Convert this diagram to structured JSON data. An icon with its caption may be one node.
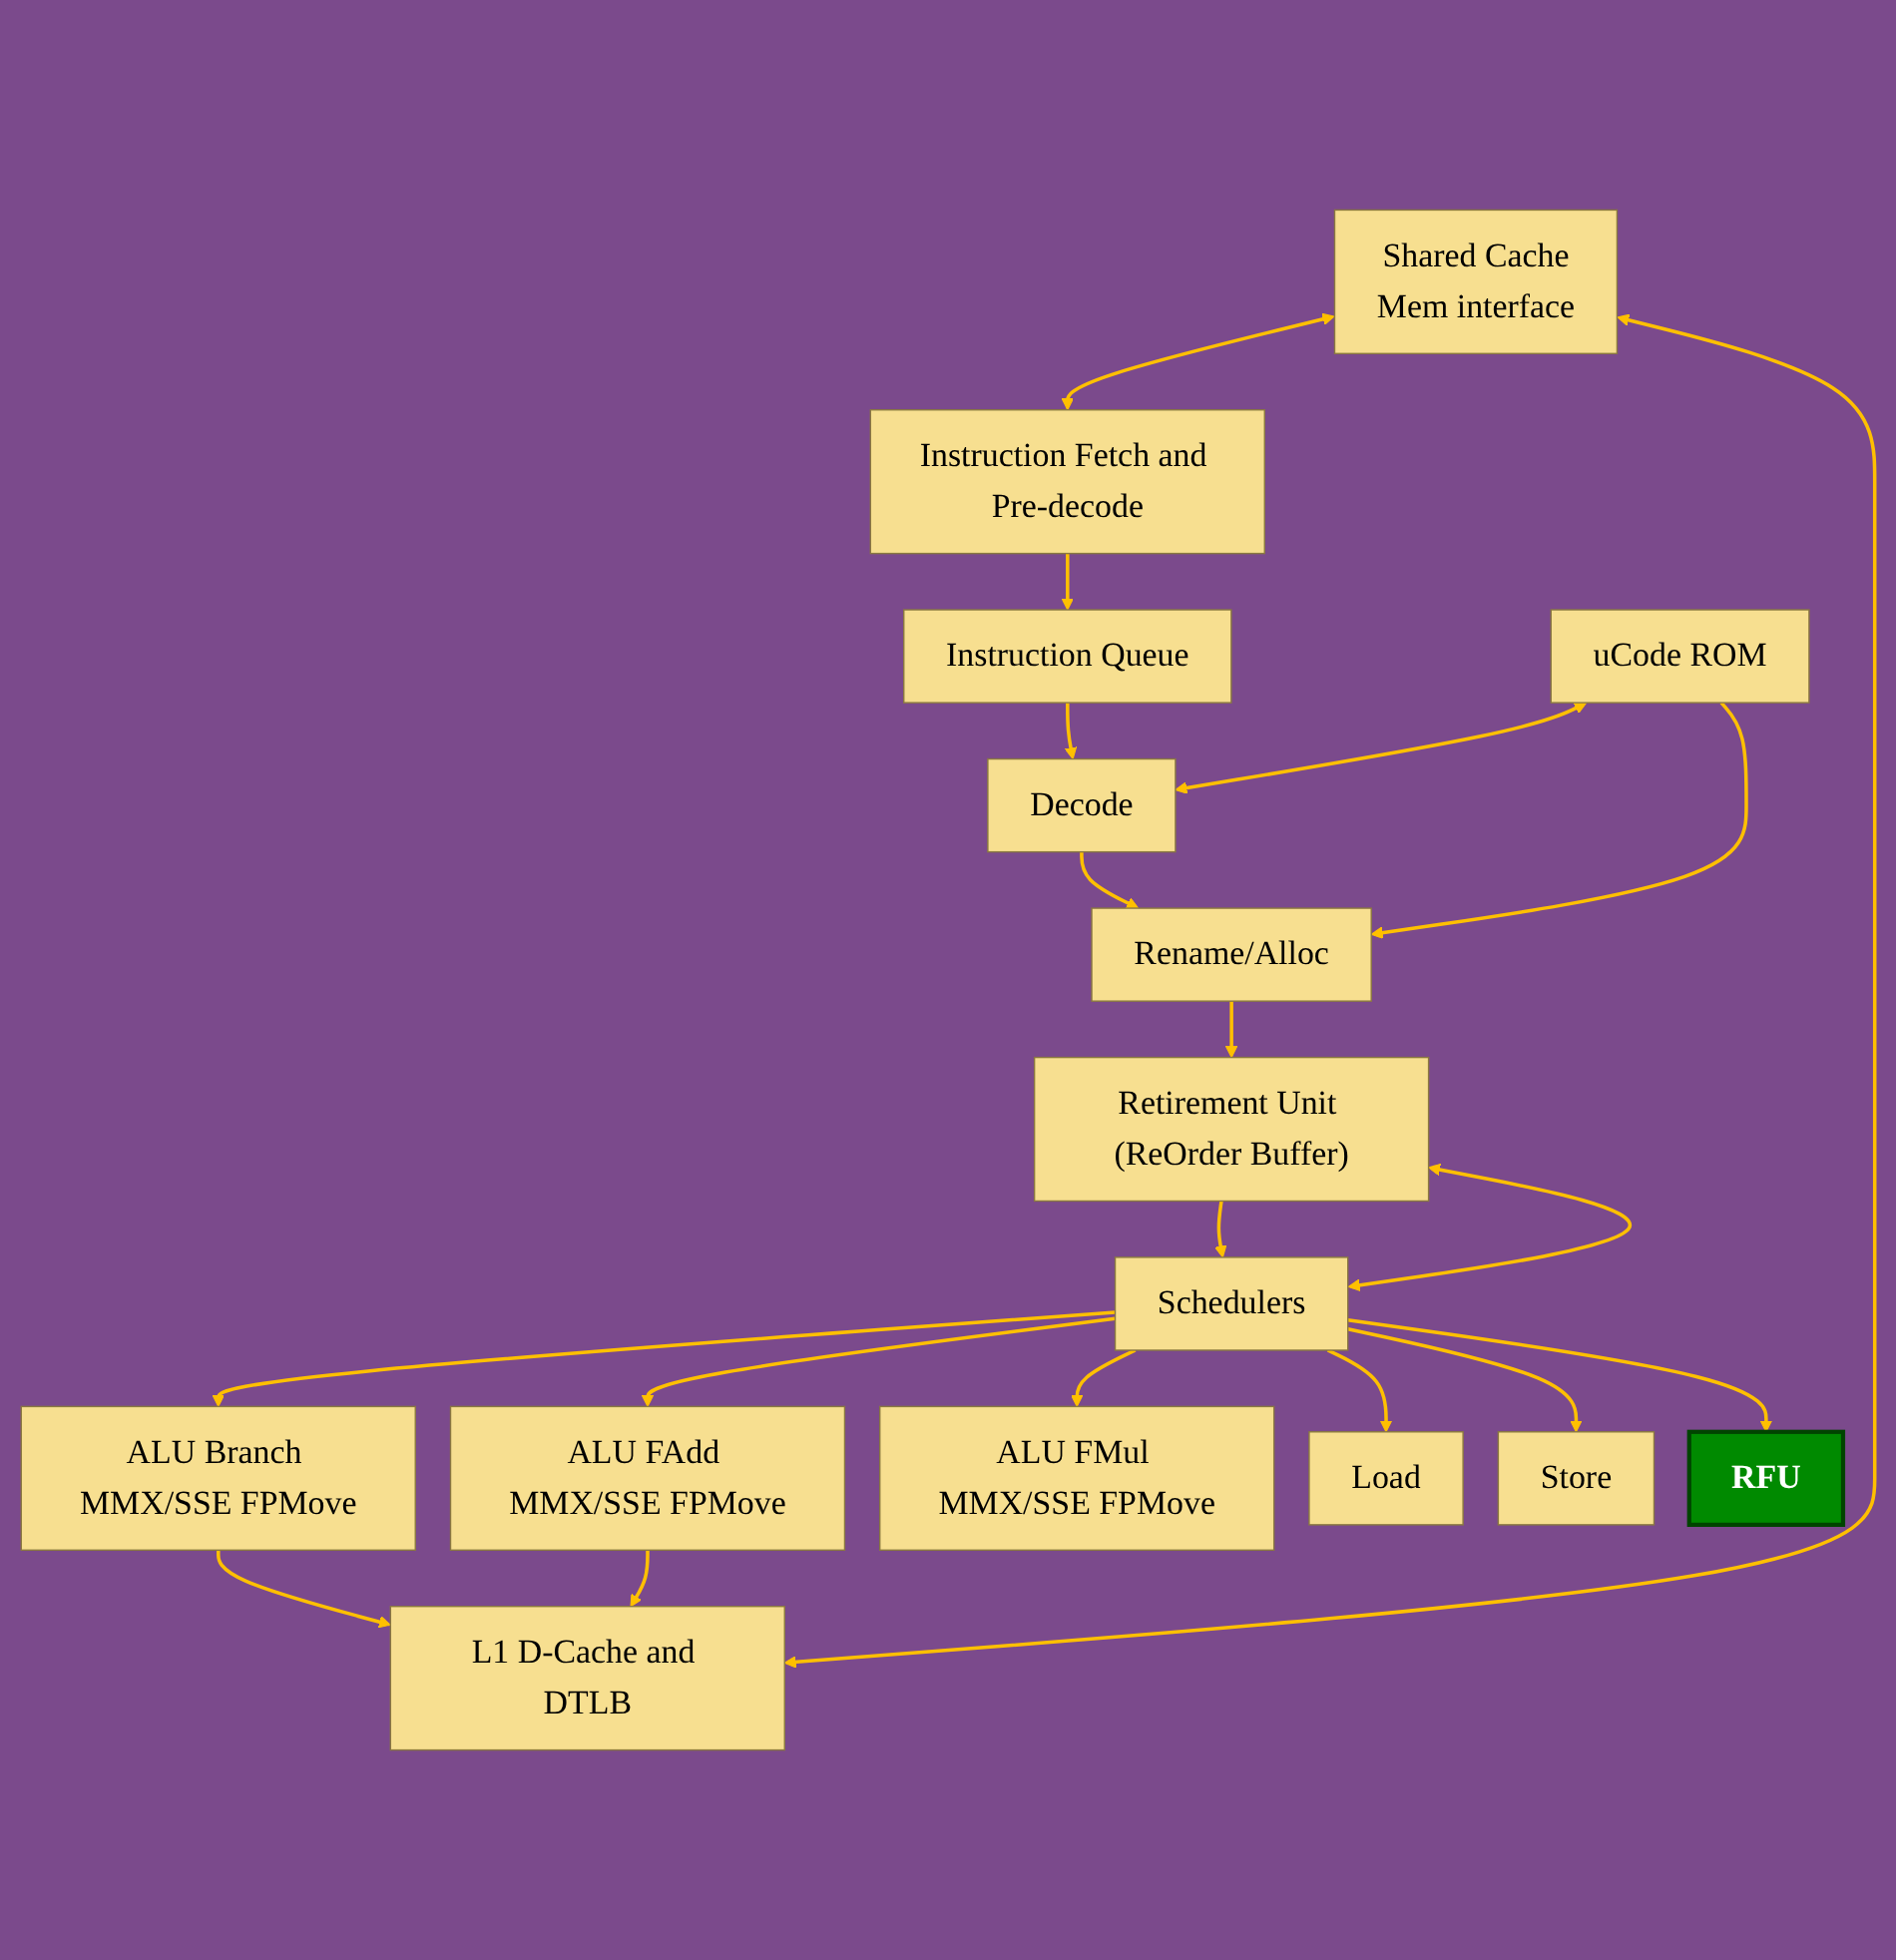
{
  "diagram": {
    "nodes": [
      {
        "text": [
          "Instruction Fetch and Pre-decode"
        ]
      },
      {
        "text": [
          "Instruction Queue"
        ]
      },
      {
        "text": [
          "Shared Cache",
          "Mem interface"
        ]
      },
      {
        "text": [
          "uCode ROM"
        ]
      },
      {
        "text": [
          "Decode"
        ]
      },
      {
        "text": [
          "Rename/Alloc"
        ]
      },
      {
        "text": [
          "Retirement Unit (ReOrder Buffer)"
        ]
      },
      {
        "text": [
          "Schedulers"
        ]
      },
      {
        "text": [
          "ALU Branch MMX/SSE FPMove"
        ]
      },
      {
        "text": [
          "ALU FAdd MMX/SSE FPMove"
        ]
      },
      {
        "text": [
          "ALU FMul MMX/SSE FPMove"
        ]
      },
      {
        "text": [
          "Load"
        ]
      },
      {
        "text": [
          "Store"
        ]
      },
      {
        "text": [
          "RFU"
        ]
      },
      {
        "text": [
          "L1 D-Cache and DTLB"
        ]
      }
    ],
    "edges": [
      {
        "from": 2,
        "to": 0,
        "arrow": "both"
      },
      {
        "from": 0,
        "to": 1,
        "arrow": "to"
      },
      {
        "from": 1,
        "to": 4,
        "arrow": "to"
      },
      {
        "from": 3,
        "to": 4,
        "arrow": "both"
      },
      {
        "from": 3,
        "to": 5,
        "arrow": "to"
      },
      {
        "from": 4,
        "to": 5,
        "arrow": "to"
      },
      {
        "from": 5,
        "to": 6,
        "arrow": "to"
      },
      {
        "from": 6,
        "to": 7,
        "arrow": "to"
      },
      {
        "from": 7,
        "to": 6,
        "arrow": "both"
      },
      {
        "from": 7,
        "to": 8,
        "arrow": "to"
      },
      {
        "from": 7,
        "to": 9,
        "arrow": "to"
      },
      {
        "from": 7,
        "to": 10,
        "arrow": "to"
      },
      {
        "from": 7,
        "to": 11,
        "arrow": "to"
      },
      {
        "from": 7,
        "to": 12,
        "arrow": "to"
      },
      {
        "from": 7,
        "to": 13,
        "arrow": "to"
      },
      {
        "from": 8,
        "to": 14,
        "arrow": "to"
      },
      {
        "from": 9,
        "to": 14,
        "arrow": "to"
      },
      {
        "from": 2,
        "to": 14,
        "arrow": "both"
      }
    ]
  }
}
